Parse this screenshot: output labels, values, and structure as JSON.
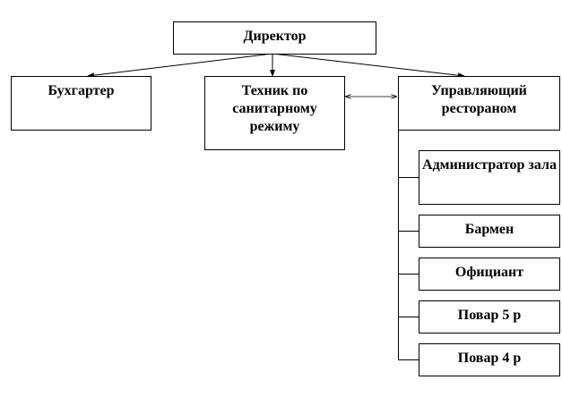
{
  "nodes": {
    "director": "Директор",
    "accountant": "Бухгартер",
    "sanitary_technician": "Техник по санитарному режиму",
    "restaurant_manager": "Управляющий рестораном",
    "hall_administrator": "Администратор зала",
    "bartender": "Бармен",
    "waiter": "Официант",
    "cook_5": "Повар 5 р",
    "cook_4": "Повар 4 р"
  }
}
